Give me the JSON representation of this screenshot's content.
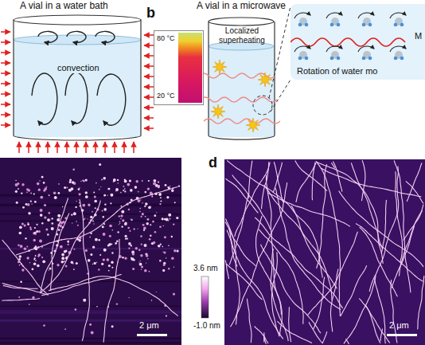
{
  "diagram": {
    "nodes": [
      {
        "text": [
          "80 °C",
          "20 °C"
        ]
      },
      {
        "text": [
          "M",
          "Rotation of water mo"
        ]
      }
    ],
    "labels": [
      "A vial in a water bath",
      "convection",
      "b",
      "A vial in a microwave",
      "Localized superheating",
      "d",
      "3.6 nm",
      "-1.0 nm",
      "2 μm",
      "2 μm"
    ]
  }
}
